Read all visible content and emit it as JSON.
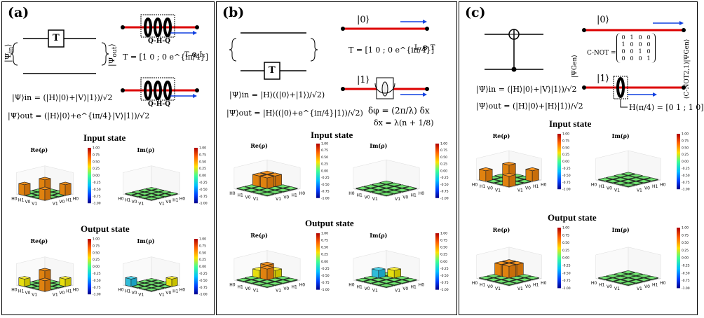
{
  "panels": [
    {
      "label": "(a)",
      "input_title": "Input state",
      "output_title": "Output state",
      "gate": "T",
      "psi_in": "|Ψ",
      "psi_out": "|Ψ",
      "sub_in": "in",
      "sub_out": "out",
      "qhq": "Q-H-Q",
      "gate_eq": "T = [1 0 ; 0 e^{iπ/4}]",
      "tensor": "T ⊗ I₂",
      "state_in": "|Ψ⟩in = (|H⟩|0⟩+|V⟩|1⟩)/√2",
      "state_out": "|Ψ⟩out = (|H⟩|0⟩+e^{iπ/4}|V⟩|1⟩)/√2",
      "re": "Re(ρ)",
      "im": "Im(ρ)"
    },
    {
      "label": "(b)",
      "input_title": "Input state",
      "output_title": "Output state",
      "gate": "T",
      "ket0": "|0⟩",
      "ket1": "|1⟩",
      "gate_eq": "T = [1 0 ; 0 e^{iπ/4}]",
      "tensor": "I₂ ⊗ T",
      "state_in": "|Ψ⟩in = |H⟩((|0⟩+|1⟩)/√2)",
      "state_out": "|Ψ⟩out = |H⟩((|0⟩+e^{iπ/4}|1⟩)/√2)",
      "phase_eq": "δφ = (2π/λ) δx",
      "dx_eq": "δx = λ(n + 1/8)",
      "re": "Re(ρ)",
      "im": "Im(ρ)"
    },
    {
      "label": "(c)",
      "input_title": "Input state",
      "output_title": "Output state",
      "ket0": "|0⟩",
      "ket1": "|1⟩",
      "cnot_label": "C-NOT =",
      "cnot_matrix": [
        [
          "0",
          "1",
          "0",
          "0"
        ],
        [
          "1",
          "0",
          "0",
          "0"
        ],
        [
          "0",
          "0",
          "1",
          "0"
        ],
        [
          "0",
          "0",
          "0",
          "1"
        ]
      ],
      "cnot_out": "(C-NOT2,1)|ΨGen⟩",
      "psi_gen": "|ΨGen⟩",
      "h_eq": "H(π/4) = [0 1 ; 1 0]",
      "state_in": "|Ψ⟩in = (|H⟩|0⟩+|V⟩|1⟩)/√2",
      "state_out": "|Ψ⟩out = (|H⟩|0⟩+|H⟩|1⟩)/√2",
      "re": "Re(ρ)",
      "im": "Im(ρ)"
    }
  ],
  "colorbar_ticks": [
    "1.00",
    "0.75",
    "0.50",
    "0.25",
    "0.00",
    "-0.25",
    "-0.50",
    "-0.75",
    "-1.00"
  ],
  "axis_labels": [
    "H0",
    "H1",
    "V0",
    "V1"
  ],
  "chart_data": [
    {
      "type": "heatmap",
      "title": "Re(ρ)",
      "panel": "(a)",
      "state": "Input state",
      "categories": [
        "H0",
        "H1",
        "V0",
        "V1"
      ],
      "values": [
        [
          0.5,
          0,
          0,
          0.5
        ],
        [
          0,
          0,
          0,
          0
        ],
        [
          0,
          0,
          0,
          0
        ],
        [
          0.5,
          0,
          0,
          0.5
        ]
      ]
    },
    {
      "type": "heatmap",
      "title": "Im(ρ)",
      "panel": "(a)",
      "state": "Input state",
      "categories": [
        "H0",
        "H1",
        "V0",
        "V1"
      ],
      "values": [
        [
          0,
          0,
          0,
          0
        ],
        [
          0,
          0,
          0,
          0
        ],
        [
          0,
          0,
          0,
          0
        ],
        [
          0,
          0,
          0,
          0
        ]
      ]
    },
    {
      "type": "heatmap",
      "title": "Re(ρ)",
      "panel": "(a)",
      "state": "Output state",
      "categories": [
        "H0",
        "H1",
        "V0",
        "V1"
      ],
      "values": [
        [
          0.5,
          0,
          0,
          0.35
        ],
        [
          0,
          0,
          0,
          0
        ],
        [
          0,
          0,
          0,
          0
        ],
        [
          0.35,
          0,
          0,
          0.5
        ]
      ]
    },
    {
      "type": "heatmap",
      "title": "Im(ρ)",
      "panel": "(a)",
      "state": "Output state",
      "categories": [
        "H0",
        "H1",
        "V0",
        "V1"
      ],
      "values": [
        [
          0,
          0,
          0,
          -0.35
        ],
        [
          0,
          0,
          0,
          0
        ],
        [
          0,
          0,
          0,
          0
        ],
        [
          0.35,
          0,
          0,
          0
        ]
      ]
    },
    {
      "type": "heatmap",
      "title": "Re(ρ)",
      "panel": "(b)",
      "state": "Input state",
      "categories": [
        "H0",
        "H1",
        "V0",
        "V1"
      ],
      "values": [
        [
          0.5,
          0.5,
          0,
          0
        ],
        [
          0.5,
          0.5,
          0,
          0
        ],
        [
          0,
          0,
          0,
          0
        ],
        [
          0,
          0,
          0,
          0
        ]
      ]
    },
    {
      "type": "heatmap",
      "title": "Im(ρ)",
      "panel": "(b)",
      "state": "Input state",
      "categories": [
        "H0",
        "H1",
        "V0",
        "V1"
      ],
      "values": [
        [
          0,
          0,
          0,
          0
        ],
        [
          0,
          0,
          0,
          0
        ],
        [
          0,
          0,
          0,
          0
        ],
        [
          0,
          0,
          0,
          0
        ]
      ]
    },
    {
      "type": "heatmap",
      "title": "Re(ρ)",
      "panel": "(b)",
      "state": "Output state",
      "categories": [
        "H0",
        "H1",
        "V0",
        "V1"
      ],
      "values": [
        [
          0.5,
          0.35,
          0,
          0
        ],
        [
          0.35,
          0.5,
          0,
          0
        ],
        [
          0,
          0,
          0,
          0
        ],
        [
          0,
          0,
          0,
          0
        ]
      ]
    },
    {
      "type": "heatmap",
      "title": "Im(ρ)",
      "panel": "(b)",
      "state": "Output state",
      "categories": [
        "H0",
        "H1",
        "V0",
        "V1"
      ],
      "values": [
        [
          0,
          -0.35,
          0,
          0
        ],
        [
          0.35,
          0,
          0,
          0
        ],
        [
          0,
          0,
          0,
          0
        ],
        [
          0,
          0,
          0,
          0
        ]
      ]
    },
    {
      "type": "heatmap",
      "title": "Re(ρ)",
      "panel": "(c)",
      "state": "Input state",
      "categories": [
        "H0",
        "H1",
        "V0",
        "V1"
      ],
      "values": [
        [
          0.5,
          0,
          0,
          0.5
        ],
        [
          0,
          0,
          0,
          0
        ],
        [
          0,
          0,
          0,
          0
        ],
        [
          0.5,
          0,
          0,
          0.5
        ]
      ]
    },
    {
      "type": "heatmap",
      "title": "Im(ρ)",
      "panel": "(c)",
      "state": "Input state",
      "categories": [
        "H0",
        "H1",
        "V0",
        "V1"
      ],
      "values": [
        [
          0,
          0,
          0,
          0
        ],
        [
          0,
          0,
          0,
          0
        ],
        [
          0,
          0,
          0,
          0
        ],
        [
          0,
          0,
          0,
          0
        ]
      ]
    },
    {
      "type": "heatmap",
      "title": "Re(ρ)",
      "panel": "(c)",
      "state": "Output state",
      "categories": [
        "H0",
        "H1",
        "V0",
        "V1"
      ],
      "values": [
        [
          0.5,
          0.5,
          0,
          0
        ],
        [
          0.5,
          0.5,
          0,
          0
        ],
        [
          0,
          0,
          0,
          0
        ],
        [
          0,
          0,
          0,
          0
        ]
      ]
    },
    {
      "type": "heatmap",
      "title": "Im(ρ)",
      "panel": "(c)",
      "state": "Output state",
      "categories": [
        "H0",
        "H1",
        "V0",
        "V1"
      ],
      "values": [
        [
          0,
          0,
          0,
          0
        ],
        [
          0,
          0,
          0,
          0
        ],
        [
          0,
          0,
          0,
          0
        ],
        [
          0,
          0,
          0,
          0
        ]
      ]
    }
  ]
}
